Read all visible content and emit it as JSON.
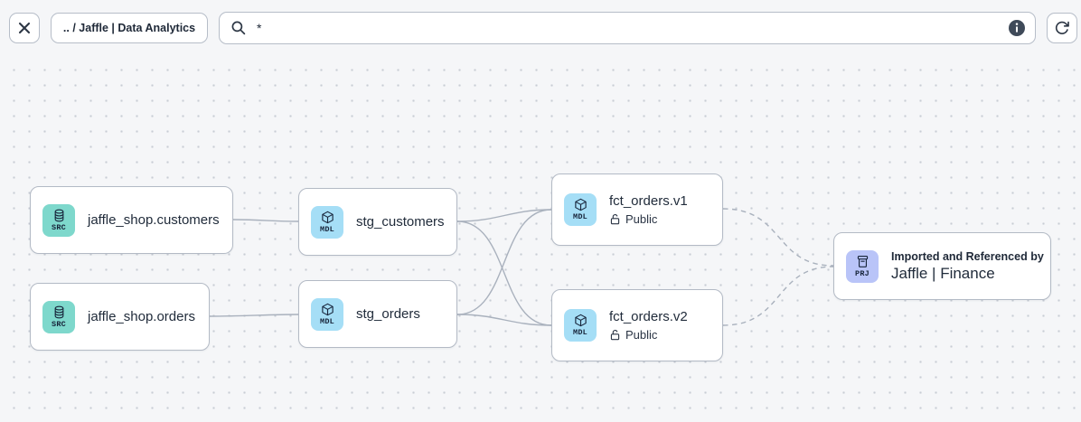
{
  "toolbar": {
    "close_label": "close",
    "breadcrumb": ".. / Jaffle | Data Analytics",
    "search": {
      "value": "*",
      "placeholder": ""
    },
    "icons": [
      "close-icon",
      "search-icon",
      "info-icon",
      "refresh-icon"
    ]
  },
  "graph": {
    "nodes": [
      {
        "id": "src_customers",
        "type": "SRC",
        "label": "jaffle_shop.customers"
      },
      {
        "id": "src_orders",
        "type": "SRC",
        "label": "jaffle_shop.orders"
      },
      {
        "id": "stg_customers",
        "type": "MDL",
        "label": "stg_customers"
      },
      {
        "id": "stg_orders",
        "type": "MDL",
        "label": "stg_orders"
      },
      {
        "id": "fct_orders_v1",
        "type": "MDL",
        "label": "fct_orders.v1",
        "access": "Public"
      },
      {
        "id": "fct_orders_v2",
        "type": "MDL",
        "label": "fct_orders.v2",
        "access": "Public"
      },
      {
        "id": "prj_jaffle_finance",
        "type": "PRJ",
        "sublabel": "Imported and Referenced by",
        "label": "Jaffle | Finance"
      }
    ],
    "edges": [
      {
        "from": "jaffle_shop.customers",
        "to": "stg_customers",
        "style": "solid"
      },
      {
        "from": "jaffle_shop.orders",
        "to": "stg_orders",
        "style": "solid"
      },
      {
        "from": "stg_customers",
        "to": "fct_orders.v1",
        "style": "solid"
      },
      {
        "from": "stg_customers",
        "to": "fct_orders.v2",
        "style": "solid"
      },
      {
        "from": "stg_orders",
        "to": "fct_orders.v1",
        "style": "solid"
      },
      {
        "from": "stg_orders",
        "to": "fct_orders.v2",
        "style": "solid"
      },
      {
        "from": "fct_orders.v1",
        "to": "Jaffle | Finance",
        "style": "dashed"
      },
      {
        "from": "fct_orders.v2",
        "to": "Jaffle | Finance",
        "style": "dashed"
      }
    ]
  },
  "colors": {
    "source_tile": "#7ed8cc",
    "model_tile": "#a5def6",
    "project_tile": "#b9c4f8",
    "edge": "#a9b1bd",
    "canvas_background": "#f5f6f8"
  }
}
